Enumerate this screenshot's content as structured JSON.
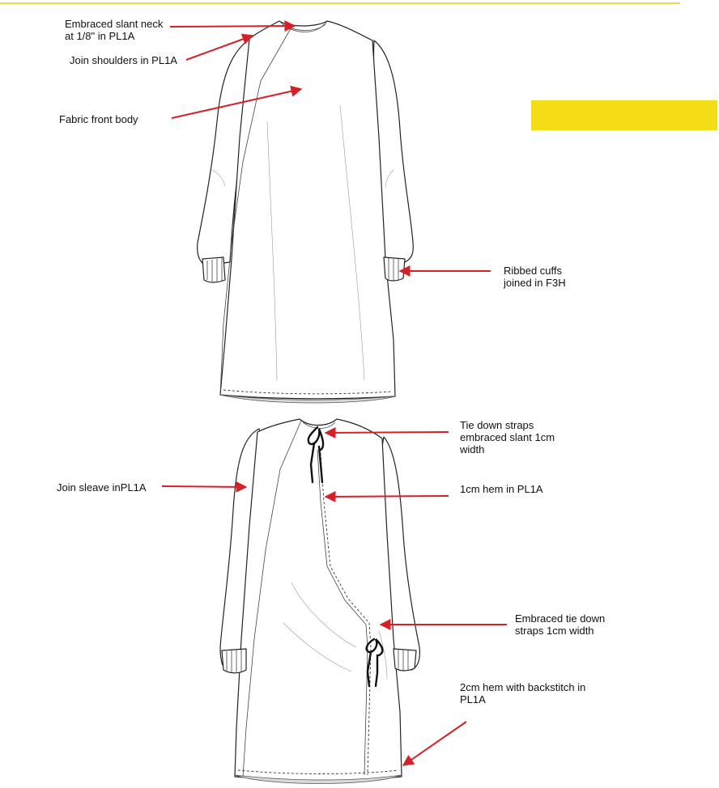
{
  "colors": {
    "accent_bar": "#f5dd16",
    "top_rule": "#e8d84a",
    "arrow": "#d61f26",
    "outline": "#222222"
  },
  "front_view": {
    "labels": [
      "Embraced slant neck\nat 1/8\" in PL1A",
      "Join shoulders in PL1A",
      "Fabric front body",
      "Ribbed cuffs\njoined in F3H"
    ]
  },
  "back_view": {
    "labels": [
      "Tie down straps\nembraced slant 1cm\nwidth",
      "Join sleave inPL1A",
      "1cm hem in PL1A",
      "Embraced tie down\nstraps 1cm width",
      "2cm hem with backstitch in\nPL1A"
    ]
  }
}
